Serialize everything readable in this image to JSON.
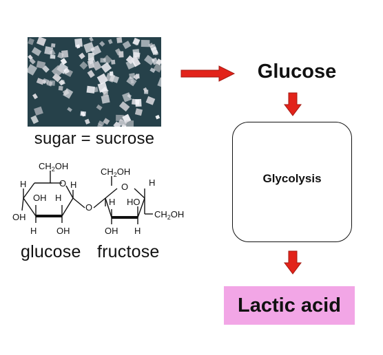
{
  "left": {
    "caption": "sugar = sucrose",
    "structure_labels": {
      "glucose_ch2oh": "CH2OH",
      "fructose_ch2oh_top": "CH2OH",
      "fructose_ch2oh_right": "CH2OH",
      "h": "H",
      "oh": "OH",
      "ho": "HO",
      "o": "O"
    },
    "glucose_label": "glucose",
    "fructose_label": "fructose"
  },
  "flow": {
    "glucose": "Glucose",
    "glycolysis": "Glycolysis",
    "lactic_acid": "Lactic acid"
  },
  "colors": {
    "arrow_fill": "#e2231a",
    "arrow_stroke": "#a31a12",
    "lactic_box": "#f2a6e6",
    "photo_background": "#26414a"
  }
}
